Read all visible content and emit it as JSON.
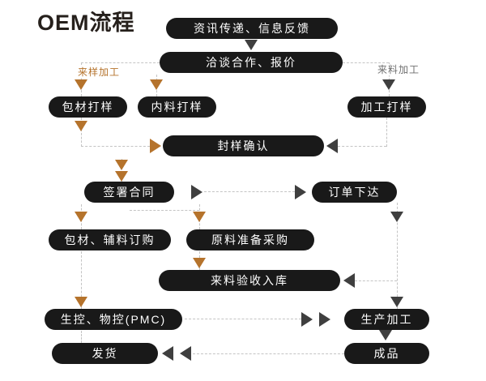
{
  "title": "OEM流程",
  "colors": {
    "box": "#191919",
    "box_text": "#ffffff",
    "arrow_orange": "#b5732c",
    "arrow_dark": "#3f3f3f",
    "dashed_line": "#c4c4c4",
    "title_text": "#26201c"
  },
  "branch_labels": {
    "left": "来样加工",
    "right": "来料加工"
  },
  "nodes": {
    "info": "资讯传递、信息反馈",
    "negotiate": "洽谈合作、报价",
    "packaging_sample": "包材打样",
    "content_sample": "内料打样",
    "processing_sample": "加工打样",
    "seal_confirm": "封样确认",
    "sign_contract": "签署合同",
    "order_issued": "订单下达",
    "packaging_order": "包材、辅料订购",
    "material_purchase": "原料准备采购",
    "incoming_inspection": "来料验收入库",
    "pmc": "生控、物控(PMC)",
    "production": "生产加工",
    "shipping": "发货",
    "finished": "成品"
  }
}
